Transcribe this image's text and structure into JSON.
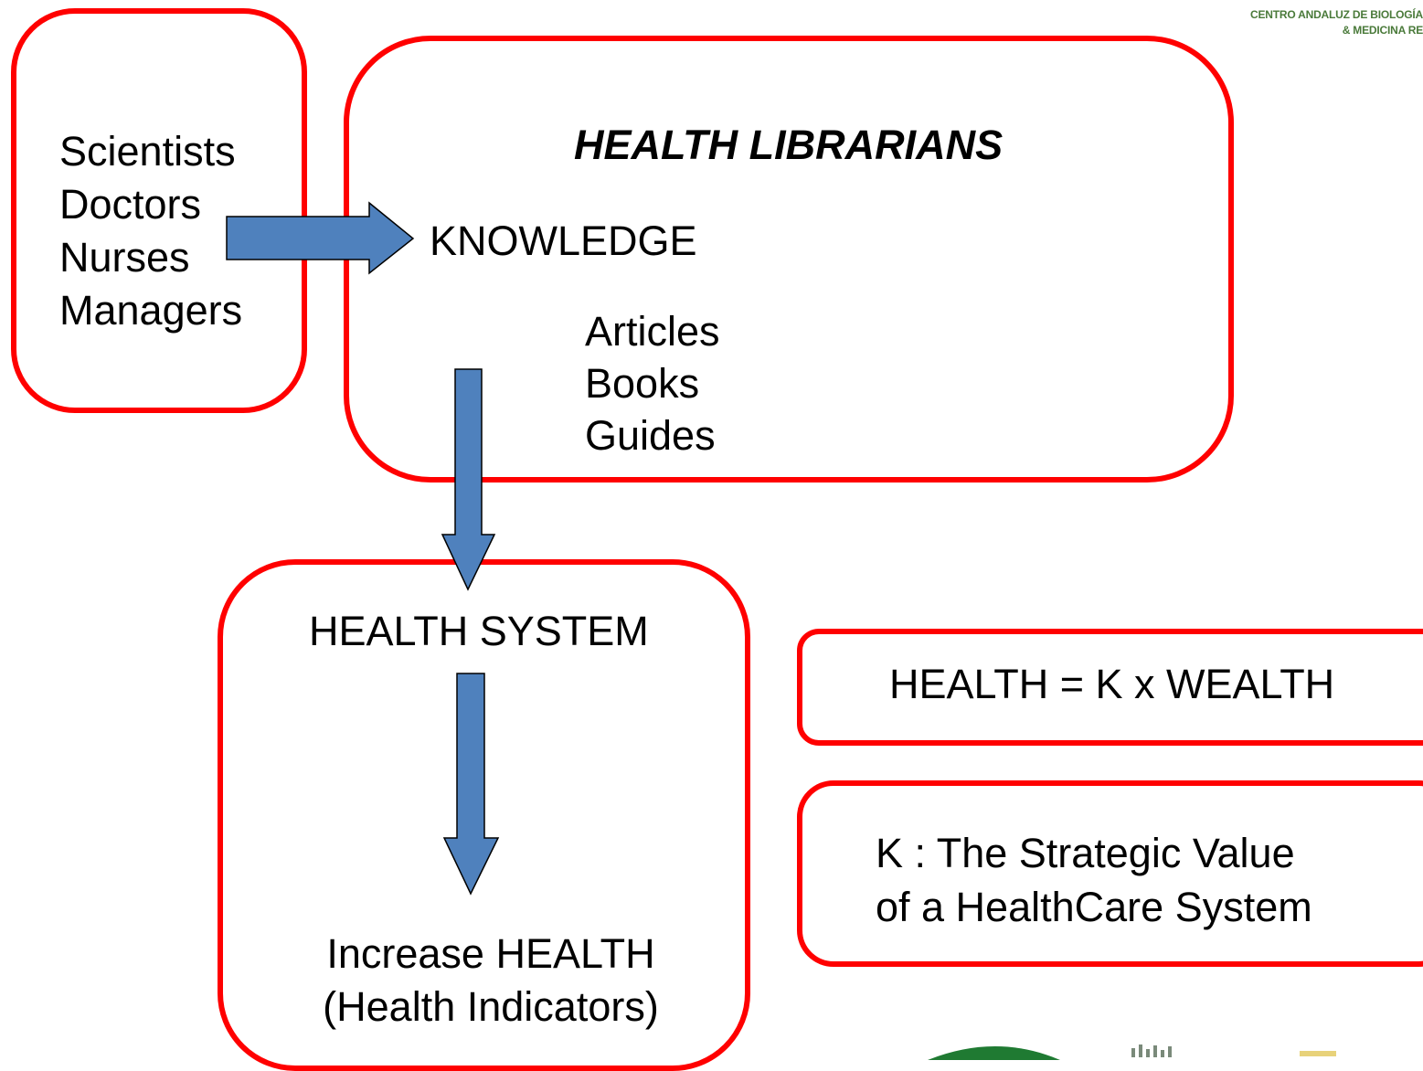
{
  "header": {
    "line1": "CENTRO ANDALUZ DE BIOLOGÍA",
    "line2": "& MEDICINA RE"
  },
  "people_box": {
    "items": [
      "Scientists",
      "Doctors",
      "Nurses",
      "Managers"
    ]
  },
  "librarians_box": {
    "title": "HEALTH LIBRARIANS",
    "knowledge": "KNOWLEDGE",
    "resources": [
      "Articles",
      "Books",
      "Guides"
    ]
  },
  "health_system_box": {
    "title": "HEALTH SYSTEM",
    "outcome_line1": "Increase HEALTH",
    "outcome_line2": "(Health Indicators)"
  },
  "formula_box": {
    "text": "HEALTH = K x WEALTH"
  },
  "definition_box": {
    "line1": "K : The Strategic Value",
    "line2": "of a HealthCare System"
  },
  "colors": {
    "box_border": "#ff0000",
    "arrow_fill": "#4f81bd",
    "arrow_stroke": "#000000",
    "logo_green": "#1f7a32"
  },
  "icons": [
    "right-arrow-icon",
    "down-arrow-icon",
    "logo-icon"
  ]
}
